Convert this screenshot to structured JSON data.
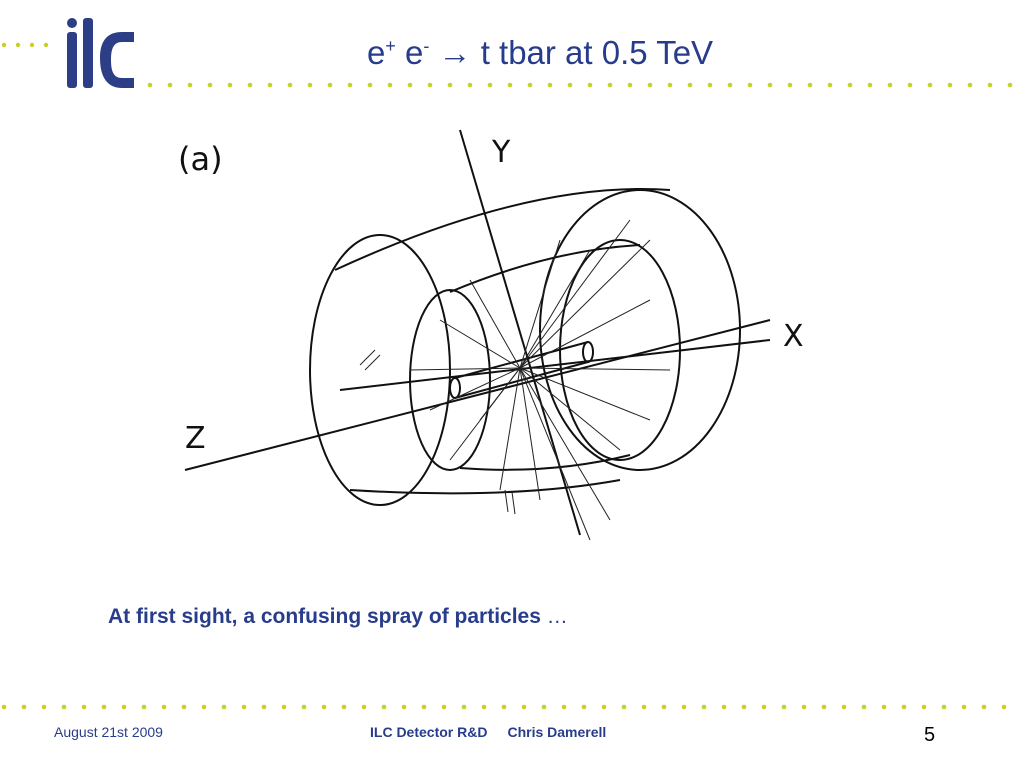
{
  "header": {
    "logo_text": "ilc",
    "title_e1": "e",
    "title_plus": "+",
    "title_e2": "e",
    "title_minus": "-",
    "title_arrow": "→",
    "title_rest": "t tbar at 0.5 TeV"
  },
  "figure": {
    "panel_label": "(a)",
    "axis_y": "Y",
    "axis_x": "X",
    "axis_z": "Z"
  },
  "caption": {
    "text": "At first sight, a confusing spray of particles",
    "ellipsis": " …"
  },
  "footer": {
    "date": "August 21st  2009",
    "event": "ILC Detector R&D",
    "author": "Chris Damerell",
    "page": "5"
  },
  "colors": {
    "accent_blue": "#283c8c",
    "dot_green": "#c8d21e"
  }
}
